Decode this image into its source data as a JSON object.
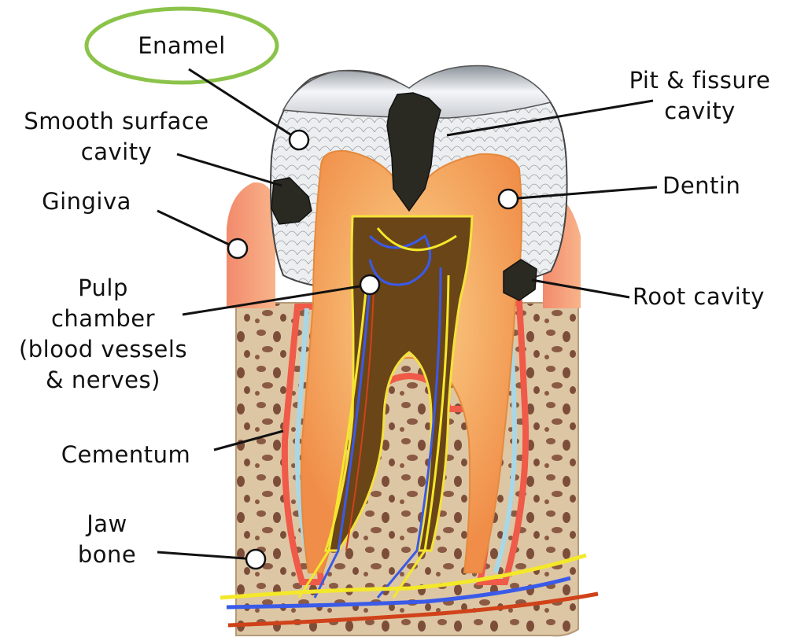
{
  "labels": {
    "enamel": "Enamel",
    "smooth_surface_cavity": [
      "Smooth surface",
      "cavity"
    ],
    "gingiva": "Gingiva",
    "pulp_chamber": [
      "Pulp",
      "chamber",
      "(blood vessels",
      "& nerves)"
    ],
    "cementum": "Cementum",
    "jaw_bone": [
      "Jaw",
      "bone"
    ],
    "pit_fissure_cavity": [
      "Pit & fissure",
      "cavity"
    ],
    "dentin": "Dentin",
    "root_cavity": "Root cavity"
  },
  "highlight": {
    "target": "enamel",
    "color": "#8bc34a"
  },
  "colors": {
    "enamel": "#e7e9eb",
    "dentin": "#f3a55a",
    "pulp": "#5a3a14",
    "gingiva": "#f4907a",
    "bone": "#d9c2a0",
    "cementum": "#f05a48",
    "cavity": "#2b2a22",
    "vessel_blue": "#3a5ae8",
    "nerve_yellow": "#f4e82a",
    "artery_red": "#d0421a"
  }
}
